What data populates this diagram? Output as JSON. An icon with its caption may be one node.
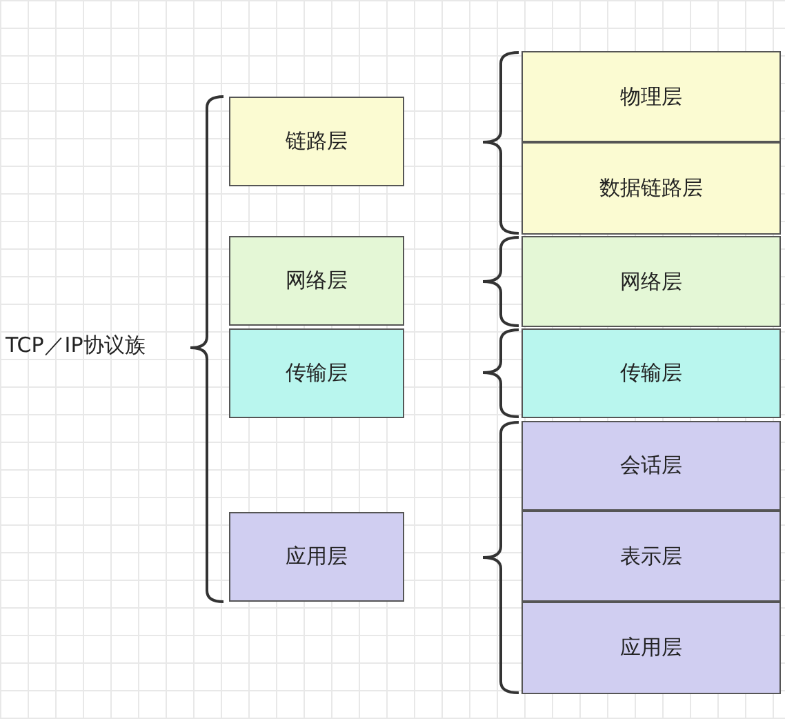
{
  "diagram": {
    "nodes": [
      {
        "text": [
          "链路层"
        ]
      },
      {
        "text": [
          "网络层"
        ]
      },
      {
        "text": [
          "传输层"
        ]
      },
      {
        "text": [
          "应用层"
        ]
      },
      {
        "text": [
          "物理层"
        ]
      },
      {
        "text": [
          "数据链路层"
        ]
      },
      {
        "text": [
          "网络层"
        ]
      },
      {
        "text": [
          "传输层"
        ]
      },
      {
        "text": [
          "会话层"
        ]
      },
      {
        "text": [
          "表示层"
        ]
      },
      {
        "text": [
          "应用层"
        ]
      }
    ],
    "labels": [
      "TCP／IP协议族"
    ]
  }
}
